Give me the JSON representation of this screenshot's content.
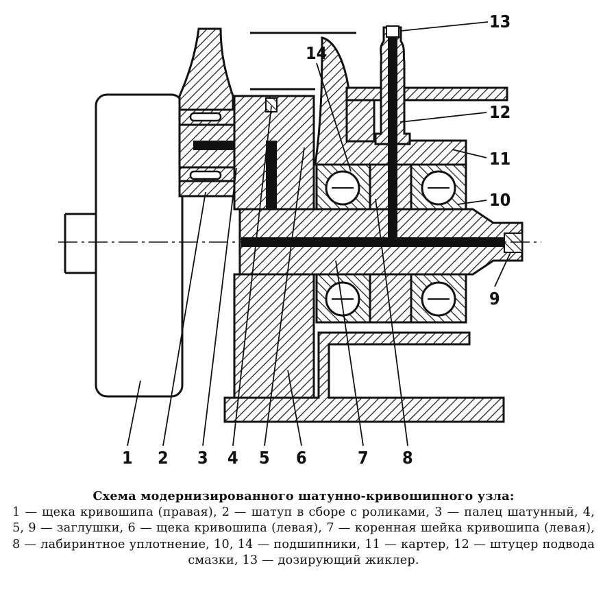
{
  "caption": {
    "title": "Схема модернизированного шатунно-кривошипного узла:",
    "body": "1 — щека кривошипа (правая), 2 — шатуп в сборе с роликами, 3 — палец шатунный, 4, 5, 9 — заглушки, 6 — щека кривошипа (левая), 7 — коренная шейка кривошипа (левая), 8 — лабиринтное уплотнение, 10, 14 — подшипники, 11 — картер, 12 — штуцер подвода смазки, 13 — дозирующий жиклер."
  },
  "labels": {
    "n1": "1",
    "n2": "2",
    "n3": "3",
    "n4": "4",
    "n5": "5",
    "n6": "6",
    "n7": "7",
    "n8": "8",
    "n9": "9",
    "n10": "10",
    "n11": "11",
    "n12": "12",
    "n13": "13",
    "n14": "14"
  }
}
